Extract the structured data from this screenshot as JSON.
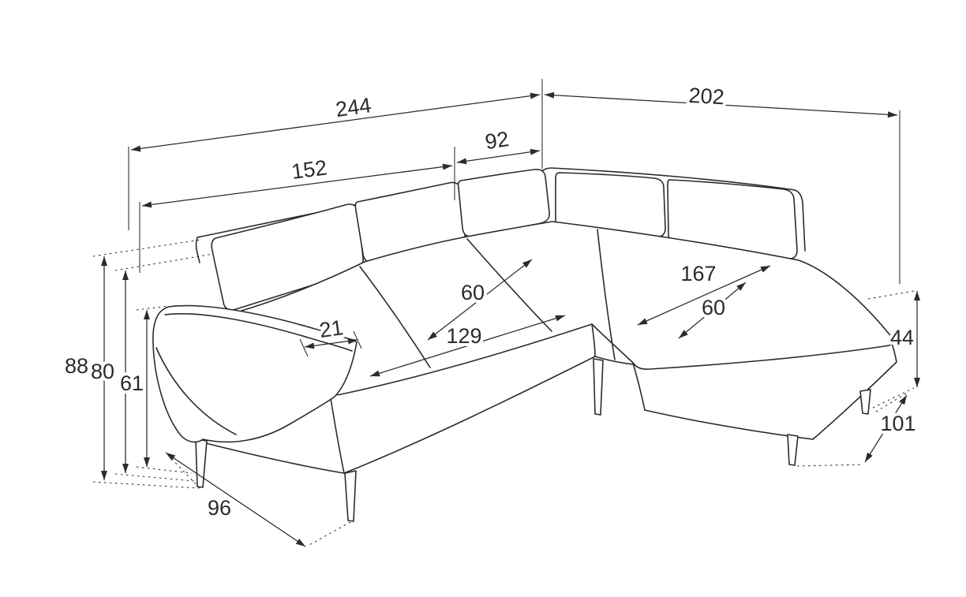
{
  "colors": {
    "line_color": "#2b2b2b",
    "background": "#ffffff"
  },
  "dims": {
    "overall_width": "244",
    "right_depth": "202",
    "corner_width": "92",
    "left_width": "152",
    "total_height": "88",
    "back_height": "80",
    "arm_height": "61",
    "arm_width": "21",
    "seat_depth": "60",
    "seat_width": "129",
    "chaise_length": "167",
    "chaise_seat_width": "60",
    "chaise_height": "44",
    "chaise_depth": "101",
    "base_depth": "96"
  }
}
